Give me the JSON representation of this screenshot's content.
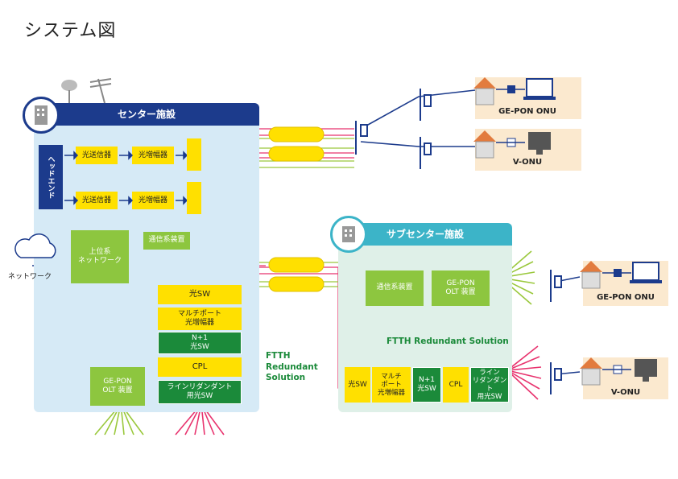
{
  "title": "システム図",
  "center": {
    "header": "センター施設",
    "head_end": "ヘッドエンド",
    "tx1": "光送信器",
    "amp1": "光増幅器",
    "tx2": "光送信器",
    "amp2": "光増幅器",
    "upper_network": "上位系\nネットワーク",
    "comm": "通信系装置",
    "olt": "GE-PON\nOLT 装置",
    "stack": [
      "光SW",
      "マルチポート\n光増幅器",
      "N+1\n光SW",
      "CPL",
      "ラインリダンダント\n用光SW"
    ]
  },
  "network_label": "ネットワーク",
  "ftth_label": "FTTH\nRedundant\nSolution",
  "sub": {
    "header": "サブセンター施設",
    "comm": "通信系装置",
    "olt": "GE-PON\nOLT 装置",
    "ftth_label": "FTTH Redundant Solution",
    "row": [
      "光SW",
      "マルチ\nポート\n光増幅器",
      "N+1\n光SW",
      "CPL",
      "ライン\nリダンダント\n用光SW"
    ]
  },
  "onu": {
    "top1": "GE-PON ONU",
    "top2": "V-ONU",
    "right1": "GE-PON ONU",
    "right2": "V-ONU"
  },
  "colors": {
    "navy": "#1c3b8c",
    "teal": "#3cb4c8",
    "yellow": "#ffe000",
    "green": "#8dc63f",
    "dark_green": "#1b8a3a",
    "red_line": "#e8336e",
    "green_line": "#9ac83c"
  }
}
